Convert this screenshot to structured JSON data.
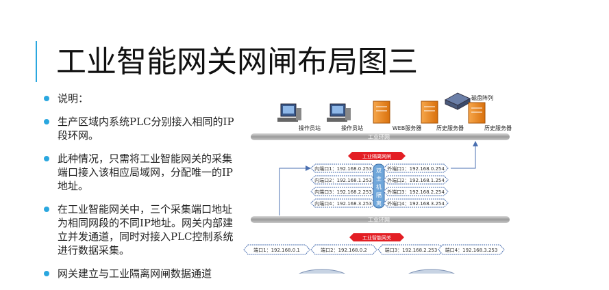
{
  "slide": {
    "title": "工业智能网关网闸布局图三",
    "bullets": [
      "说明：",
      "生产区域内系统PLC分别接入相同的IP段环网。",
      "此种情况，只需将工业智能网关的采集端口接入该相应局域网，分配唯一的IP地址。",
      "在工业智能网关中，三个采集端口地址为相同网段的不同IP地址。网关内部建立并发通道，同时对接入PLC控制系统进行数据采集。",
      "网关建立与工业隔离网闸数据通道"
    ]
  },
  "diagram": {
    "top_devices": [
      "操作员站",
      "操作员站",
      "WEB服务器",
      "历史服务器",
      "历史服务器"
    ],
    "disk_array": "磁盘阵列",
    "ring_top": "工业环网",
    "ring_mid": "工业环网",
    "isolation_label": "工业隔离网闸",
    "gateway_label": "工业智能网关",
    "isolation_center": [
      "双",
      "主",
      "机",
      "隔",
      "离"
    ],
    "inner_ports": [
      "内端口1：192.168.0.253",
      "内端口2：192.168.1.253",
      "内端口3：192.168.2.253",
      "内端口4：192.168.3.253"
    ],
    "outer_ports": [
      "外端口1：192.168.0.254",
      "外端口2：192.168.1.254",
      "外端口3：192.168.2.254",
      "外端口4：192.168.3.254"
    ],
    "gateway_ports": [
      "端口1：192.168.0.1",
      "端口2：192.168.0.2",
      "端口3：192.168.2.253",
      "端口4：192.168.3.253"
    ],
    "colors": {
      "accent": "#2aa7df",
      "red": "#e31e24",
      "server_orange": "#f08a1c",
      "bus_gray": "#9a9a9a",
      "port_blue": "#4a6fb0"
    }
  }
}
